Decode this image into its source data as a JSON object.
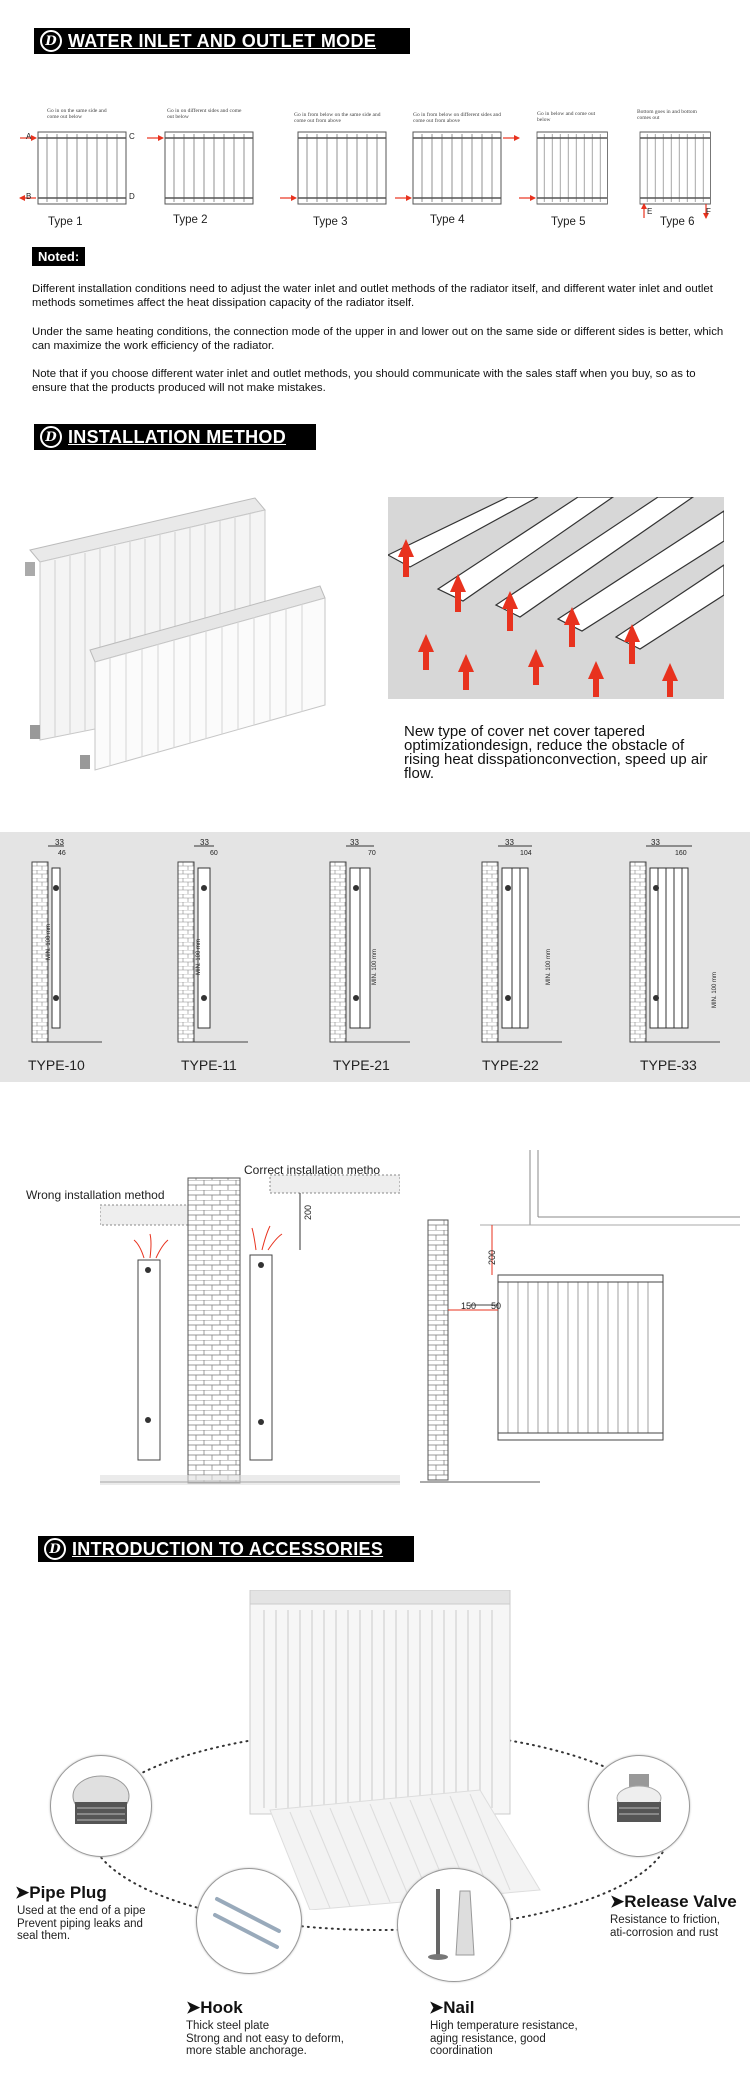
{
  "section1": {
    "title": "WATER INLET AND OUTLET MODE",
    "types": [
      {
        "label": "Type 1",
        "caption": "Go in on the same side and come out below"
      },
      {
        "label": "Type 2",
        "caption": "Go in on different sides and come out below"
      },
      {
        "label": "Type 3",
        "caption": "Go in from below on the same side and come out from above"
      },
      {
        "label": "Type 4",
        "caption": "Go in from below on different sides and come out from above"
      },
      {
        "label": "Type 5",
        "caption": "Go in below and come out below"
      },
      {
        "label": "Type 6",
        "caption": "Bottom goes in and bottom comes out"
      }
    ],
    "port_labels": {
      "a": "A",
      "b": "B",
      "c": "C",
      "d": "D",
      "e": "E",
      "f": "F"
    },
    "noted_label": "Noted:",
    "paragraphs": [
      "Different installation conditions need to adjust the water inlet and outlet methods of the radiator itself, and different water inlet and outlet methods sometimes affect the heat dissipation capacity of the radiator itself.",
      "Under the same heating conditions, the connection mode of the upper in and lower out on the same side or different sides is better, which can maximize the work efficiency of the radiator.",
      "Note that if you choose different water inlet and outlet methods, you should communicate with the sales staff when you buy, so as to ensure that the products produced will not make mistakes."
    ]
  },
  "section2": {
    "title": "INSTALLATION METHOD",
    "cover_text": "New type of cover net cover tapered optimizationdesign, reduce the obstacle of rising heat disspationconvection, speed up air flow.",
    "types": [
      {
        "label": "TYPE-10",
        "top_dim": "33",
        "depth_dim": "46"
      },
      {
        "label": "TYPE-11",
        "top_dim": "33",
        "depth_dim": "60"
      },
      {
        "label": "TYPE-21",
        "top_dim": "33",
        "depth_dim": "70"
      },
      {
        "label": "TYPE-22",
        "top_dim": "33",
        "depth_dim": "104"
      },
      {
        "label": "TYPE-33",
        "top_dim": "33",
        "depth_dim": "160"
      }
    ],
    "min_label": "MIN. 100 mm",
    "wrong_label": "Wrong installation method",
    "correct_label": "Correct installation metho",
    "dim_200": "200",
    "dim_150": "150",
    "dim_50": "50"
  },
  "section3": {
    "title": "INTRODUCTION TO ACCESSORIES",
    "accessories": [
      {
        "name": "➤Pipe Plug",
        "desc": "Used at the end of a pipe\nPrevent piping leaks and seal them."
      },
      {
        "name": "➤Hook",
        "desc": "Thick steel plate\nStrong and not easy to deform, more stable anchorage."
      },
      {
        "name": "➤Nail",
        "desc": "High temperature resistance, aging resistance, good coordination"
      },
      {
        "name": "➤Release Valve",
        "desc": "Resistance to friction, ati-corrosion and rust"
      }
    ]
  },
  "logo_letter": "D",
  "colors": {
    "banner": "#000000",
    "accent_red": "#e8321e",
    "gray_band": "#e4e4e4"
  }
}
